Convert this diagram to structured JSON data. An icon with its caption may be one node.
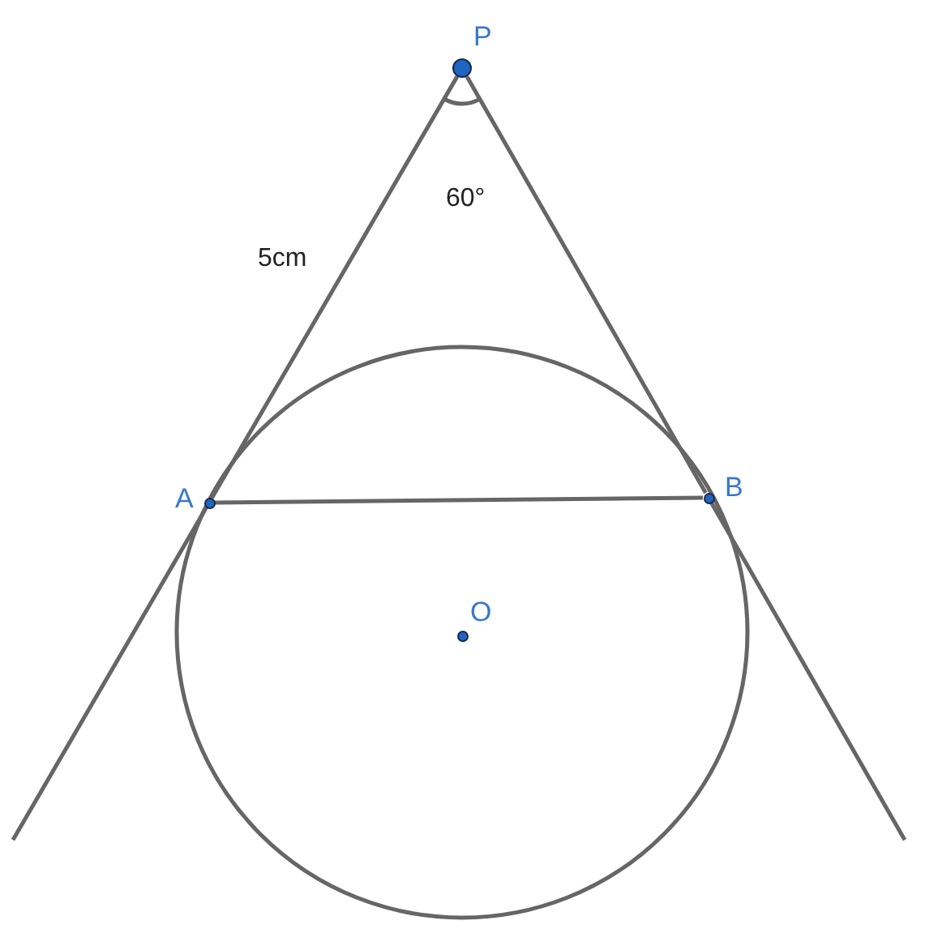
{
  "diagram": {
    "nodes": [
      {
        "text": [
          "P"
        ]
      },
      {
        "text": [
          "A"
        ]
      },
      {
        "text": [
          "B"
        ]
      },
      {
        "text": [
          "O"
        ]
      }
    ],
    "edges": [
      {
        "from": 0,
        "to": 1,
        "arrow": "none",
        "label": "5cm"
      },
      {
        "from": 0,
        "to": 2,
        "arrow": "none"
      },
      {
        "from": 1,
        "to": 2,
        "arrow": "none"
      }
    ],
    "labels": [
      "60°"
    ]
  }
}
